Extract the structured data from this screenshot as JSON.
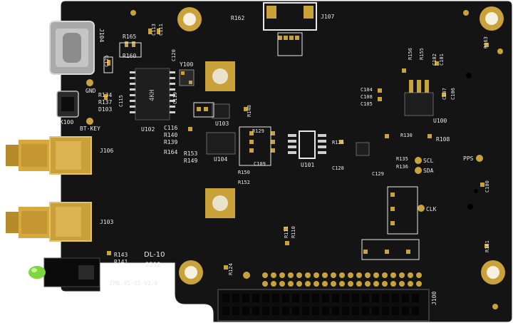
{
  "board": {
    "model": "EMB-AS-03-V2.0",
    "date_code": "DL-10",
    "date_sub": "2212",
    "colors": {
      "pcb": "#141414",
      "pcb_edge": "#1c1c1c",
      "silk": "#e8e8e8",
      "gold": "#c9a23a",
      "led": "#7dd63b"
    }
  },
  "labels": {
    "j104": "J104",
    "j107": "J107",
    "j106": "J106",
    "j103": "J103",
    "j100": "J100",
    "k100": "K100",
    "bt_key": "BT-KEY",
    "gnd": "GND",
    "u102": "U102",
    "u103": "U103",
    "u104": "U104",
    "u101": "U101",
    "u100": "U100",
    "y100": "Y100",
    "r162": "R162",
    "r165": "R165",
    "r160": "R160",
    "r163": "R163",
    "r108": "R108",
    "r126": "R126",
    "r161": "R161",
    "r143": "R143",
    "r141": "R141",
    "r124": "R124",
    "r111": "R111",
    "r110": "R110",
    "scl": "SCL",
    "sda": "SDA",
    "pps": "PPS",
    "clk": "CLK",
    "c113": "C113",
    "c111": "C111",
    "c120": "C120",
    "c125": "C125",
    "c115": "C115",
    "c119": "C119",
    "c116": "C116",
    "c104": "C104",
    "c108": "C108",
    "c105": "C105",
    "c107": "C107",
    "c106": "C106",
    "c109": "C109",
    "c128": "C128",
    "c129": "C129",
    "r134": "R134",
    "r137": "R137",
    "d103": "D103",
    "r140": "R140",
    "r139": "R139",
    "r164": "R164",
    "r153": "R153",
    "r149": "R149",
    "r148": "R148",
    "r129": "R129",
    "r130": "R130",
    "r135": "R135",
    "r136": "R136",
    "r150": "R150",
    "r152": "R152",
    "r156": "R156",
    "r155": "R155",
    "c101": "C101",
    "c102": "C102",
    "c100": "C100",
    "ic_mark": "4KH"
  }
}
